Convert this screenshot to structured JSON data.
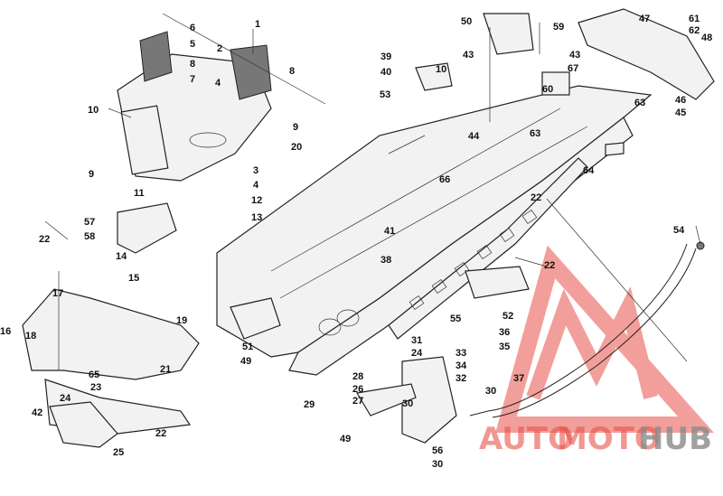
{
  "callouts": [
    {
      "id": "c1",
      "text": "1"
    },
    {
      "id": "c2",
      "text": "2"
    },
    {
      "id": "c3",
      "text": "3"
    },
    {
      "id": "c4a",
      "text": "4"
    },
    {
      "id": "c4b",
      "text": "4"
    },
    {
      "id": "c5",
      "text": "5"
    },
    {
      "id": "c6",
      "text": "6"
    },
    {
      "id": "c7",
      "text": "7"
    },
    {
      "id": "c8a",
      "text": "8"
    },
    {
      "id": "c8b",
      "text": "8"
    },
    {
      "id": "c9a",
      "text": "9"
    },
    {
      "id": "c9b",
      "text": "9"
    },
    {
      "id": "c10a",
      "text": "10"
    },
    {
      "id": "c10b",
      "text": "10"
    },
    {
      "id": "c11",
      "text": "11"
    },
    {
      "id": "c12",
      "text": "12"
    },
    {
      "id": "c13",
      "text": "13"
    },
    {
      "id": "c14",
      "text": "14"
    },
    {
      "id": "c15",
      "text": "15"
    },
    {
      "id": "c16",
      "text": "16"
    },
    {
      "id": "c17",
      "text": "17"
    },
    {
      "id": "c18",
      "text": "18"
    },
    {
      "id": "c19",
      "text": "19"
    },
    {
      "id": "c20",
      "text": "20"
    },
    {
      "id": "c21",
      "text": "21"
    },
    {
      "id": "c22a",
      "text": "22"
    },
    {
      "id": "c22b",
      "text": "22"
    },
    {
      "id": "c22c",
      "text": "22"
    },
    {
      "id": "c22d",
      "text": "22"
    },
    {
      "id": "c23",
      "text": "23"
    },
    {
      "id": "c24a",
      "text": "24"
    },
    {
      "id": "c24b",
      "text": "24"
    },
    {
      "id": "c25",
      "text": "25"
    },
    {
      "id": "c26",
      "text": "26"
    },
    {
      "id": "c27",
      "text": "27"
    },
    {
      "id": "c28",
      "text": "28"
    },
    {
      "id": "c29",
      "text": "29"
    },
    {
      "id": "c30a",
      "text": "30"
    },
    {
      "id": "c30b",
      "text": "30"
    },
    {
      "id": "c30c",
      "text": "30"
    },
    {
      "id": "c31",
      "text": "31"
    },
    {
      "id": "c32",
      "text": "32"
    },
    {
      "id": "c33",
      "text": "33"
    },
    {
      "id": "c34",
      "text": "34"
    },
    {
      "id": "c35",
      "text": "35"
    },
    {
      "id": "c36",
      "text": "36"
    },
    {
      "id": "c37",
      "text": "37"
    },
    {
      "id": "c38",
      "text": "38"
    },
    {
      "id": "c39",
      "text": "39"
    },
    {
      "id": "c40",
      "text": "40"
    },
    {
      "id": "c41",
      "text": "41"
    },
    {
      "id": "c42",
      "text": "42"
    },
    {
      "id": "c43a",
      "text": "43"
    },
    {
      "id": "c43b",
      "text": "43"
    },
    {
      "id": "c44",
      "text": "44"
    },
    {
      "id": "c45",
      "text": "45"
    },
    {
      "id": "c46",
      "text": "46"
    },
    {
      "id": "c47",
      "text": "47"
    },
    {
      "id": "c48",
      "text": "48"
    },
    {
      "id": "c49a",
      "text": "49"
    },
    {
      "id": "c49b",
      "text": "49"
    },
    {
      "id": "c50",
      "text": "50"
    },
    {
      "id": "c51",
      "text": "51"
    },
    {
      "id": "c52",
      "text": "52"
    },
    {
      "id": "c53",
      "text": "53"
    },
    {
      "id": "c54",
      "text": "54"
    },
    {
      "id": "c55",
      "text": "55"
    },
    {
      "id": "c56",
      "text": "56"
    },
    {
      "id": "c57",
      "text": "57"
    },
    {
      "id": "c58",
      "text": "58"
    },
    {
      "id": "c59",
      "text": "59"
    },
    {
      "id": "c60",
      "text": "60"
    },
    {
      "id": "c61",
      "text": "61"
    },
    {
      "id": "c62",
      "text": "62"
    },
    {
      "id": "c63a",
      "text": "63"
    },
    {
      "id": "c63b",
      "text": "63"
    },
    {
      "id": "c64",
      "text": "64"
    },
    {
      "id": "c65",
      "text": "65"
    },
    {
      "id": "c66",
      "text": "66"
    },
    {
      "id": "c67",
      "text": "67"
    }
  ],
  "watermark": {
    "part1": "AUTO",
    "part2": "MOTO",
    "part3": "HUB",
    "color_primary": "#e8524a",
    "color_secondary": "#8a8a8a"
  }
}
